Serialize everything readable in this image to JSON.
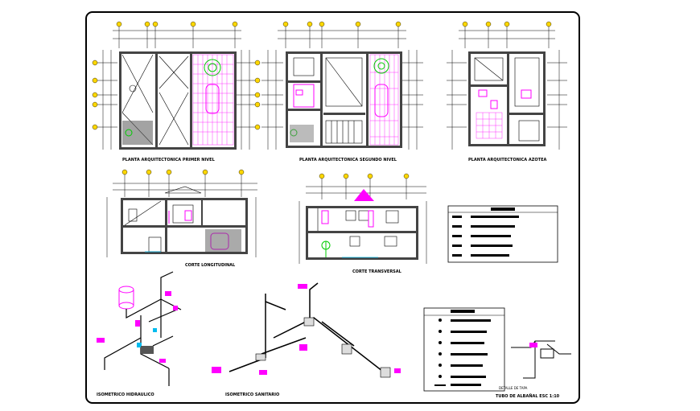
{
  "titles": {
    "plan1": "PLANTA ARQUITECTONICA PRIMER NIVEL",
    "plan2": "PLANTA ARQUITECTONICA SEGUNDO NIVEL",
    "plan3": "PLANTA ARQUITECTONICA AZOTEA",
    "section1": "CORTE LONGITUDINAL",
    "section2": "CORTE TRANSVERSAL",
    "iso1": "ISOMETRICO HIDRAULICO",
    "iso2": "ISOMETRICO SANITARIO",
    "detail": "DETALLE DE TAPA",
    "detail_sub": "TUBO DE ALBAÑAL ESC 1:10"
  },
  "colors": {
    "frame": "#000000",
    "water": "#ff00ff",
    "garden": "#00cc00",
    "glass": "#00bbee",
    "wall": "#444444"
  }
}
